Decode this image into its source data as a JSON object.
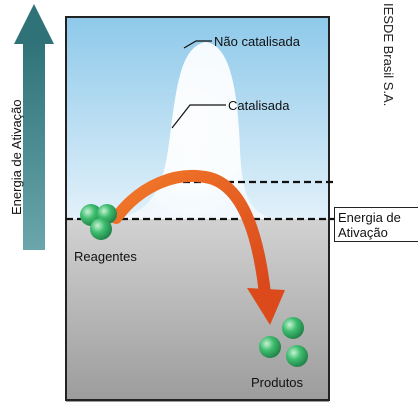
{
  "title": "",
  "y_axis_label": "Energia de Ativação",
  "credit": "IESDE Brasil S.A.",
  "curves": {
    "uncatalyzed_label": "Não catalisada",
    "catalyzed_label": "Catalisada"
  },
  "activation_energy_label": "Energia de Ativação",
  "reactants_label": "Reagentes",
  "products_label": "Produtos",
  "colors": {
    "arrow_axis": "#3e7f86",
    "sky_top": "#8ec9ea",
    "sky_bottom": "#e2f1fa",
    "ground_top": "#c8c8c8",
    "ground_bottom": "#9a9a9a",
    "catalyzed_arrow": "#e95a1c",
    "molecule": "#3bb56a"
  }
}
